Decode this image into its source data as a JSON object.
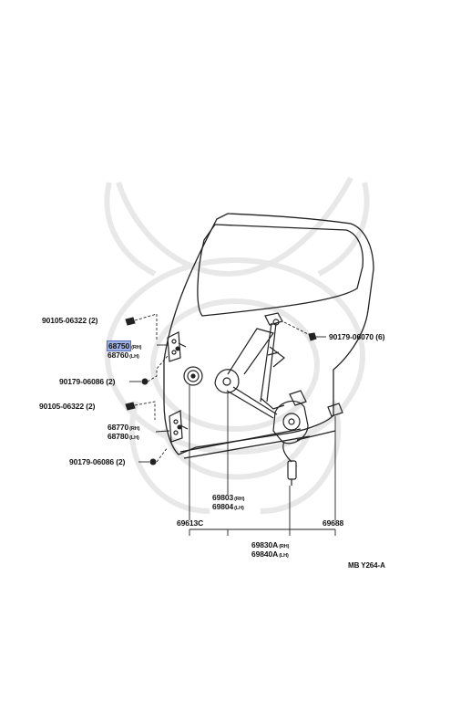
{
  "watermark": "samurai-mask-watermark",
  "colors": {
    "line": "#222222",
    "highlight": "#9db3e8",
    "watermark": "#e8e8e8"
  },
  "labels": {
    "bolt_upper": "90105-06322 (2)",
    "hinge_upper_rh": "68750",
    "hinge_upper_rh_sfx": "(RH)",
    "hinge_upper_lh": "68760",
    "hinge_upper_lh_sfx": "(LH)",
    "nut_upper": "90179-06086 (2)",
    "bolt_lower": "90105-06322 (2)",
    "hinge_lower_rh": "68770",
    "hinge_lower_rh_sfx": "(RH)",
    "hinge_lower_lh": "68780",
    "hinge_lower_lh_sfx": "(LH)",
    "nut_lower": "90179-06086 (2)",
    "nut_right": "90179-06070 (6)",
    "regulator_rh": "69803",
    "regulator_rh_sfx": "(RH)",
    "regulator_lh": "69804",
    "regulator_lh_sfx": "(LH)",
    "part_69613c": "69613C",
    "part_69688": "69688",
    "motor_rh": "69830A",
    "motor_rh_sfx": "(RH)",
    "motor_lh": "69840A",
    "motor_lh_sfx": "(LH)",
    "diagram_ref": "MB Y264-A"
  }
}
